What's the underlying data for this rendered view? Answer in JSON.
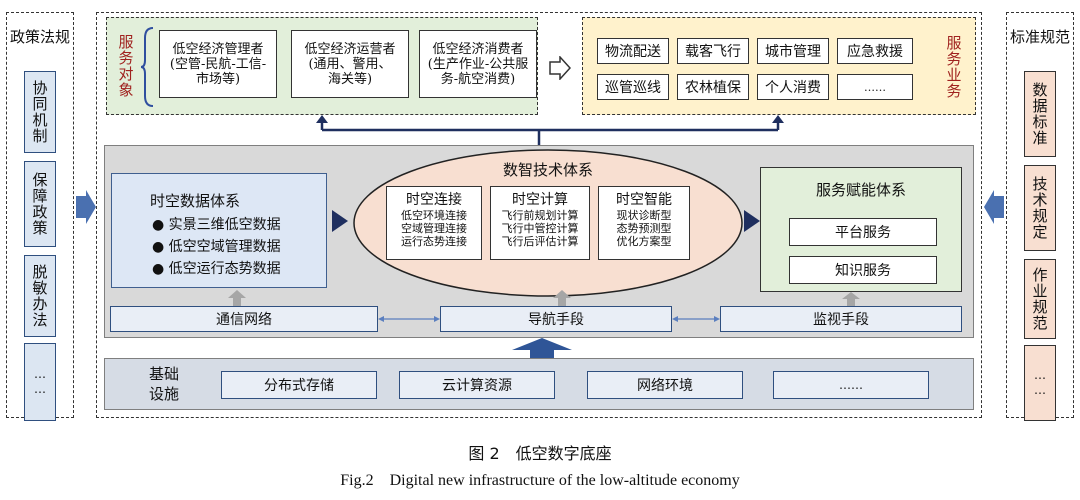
{
  "left_panel": {
    "title": "政策法规",
    "items": [
      "协同机制",
      "保障政策",
      "脱敏办法",
      "……"
    ]
  },
  "right_panel": {
    "title": "标准规范",
    "items": [
      "数据标准",
      "技术规定",
      "作业规范",
      "……"
    ]
  },
  "service_objects": {
    "label": "服务对象",
    "items": [
      {
        "name": "低空经济管理者",
        "detail": "(空管-民航-工信-市场等)"
      },
      {
        "name": "低空经济运营者",
        "detail": "(通用、警用、海关等)"
      },
      {
        "name": "低空经济消费者",
        "detail": "(生产作业-公共服务-航空消费)"
      }
    ]
  },
  "service_business": {
    "label": "服务业务",
    "items": [
      "物流配送",
      "载客飞行",
      "城市管理",
      "应急救援",
      "巡管巡线",
      "农林植保",
      "个人消费",
      "……"
    ]
  },
  "data_system": {
    "title": "时空数据体系",
    "items": [
      "实景三维低空数据",
      "低空空域管理数据",
      "低空运行态势数据"
    ]
  },
  "tech_system": {
    "title": "数智技术体系",
    "columns": [
      {
        "title": "时空连接",
        "items": [
          "低空环境连接",
          "空域管理连接",
          "运行态势连接"
        ]
      },
      {
        "title": "时空计算",
        "items": [
          "飞行前规划计算",
          "飞行中管控计算",
          "飞行后评估计算"
        ]
      },
      {
        "title": "时空智能",
        "items": [
          "现状诊断型",
          "态势预测型",
          "优化方案型"
        ]
      }
    ]
  },
  "service_empower": {
    "title": "服务赋能体系",
    "items": [
      "平台服务",
      "知识服务"
    ]
  },
  "means": [
    "通信网络",
    "导航手段",
    "监视手段"
  ],
  "infrastructure": {
    "label": "基础设施",
    "items": [
      "分布式存储",
      "云计算资源",
      "网络环境",
      "……"
    ]
  },
  "caption": {
    "cn": "图 2　低空数字底座",
    "en": "Fig.2　Digital new infrastructure of the low-altitude economy"
  }
}
